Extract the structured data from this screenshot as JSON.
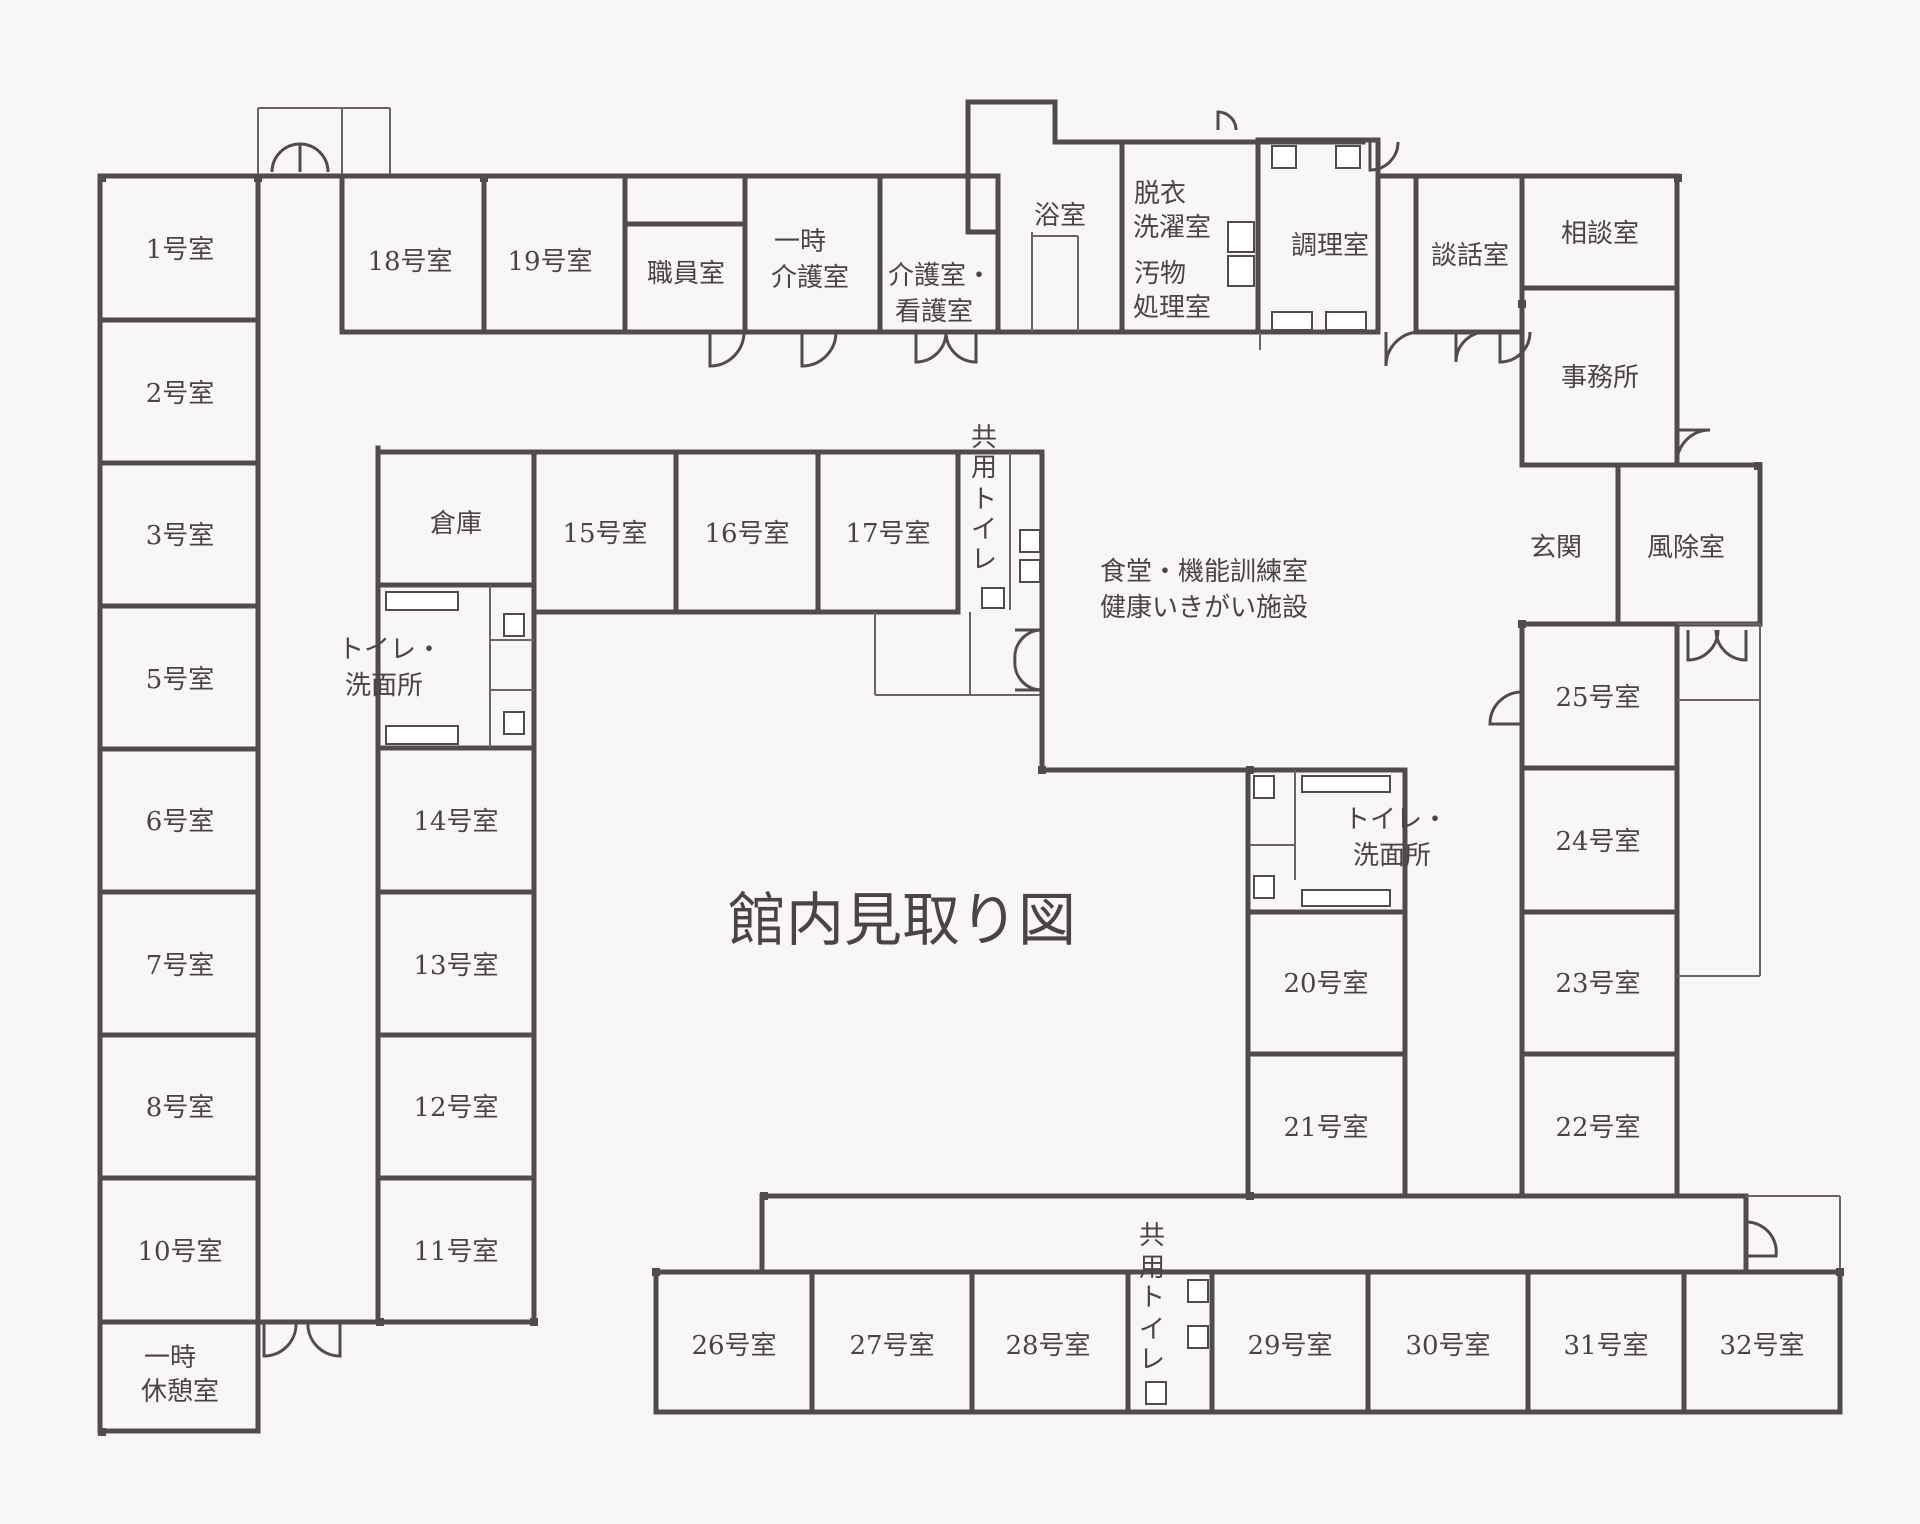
{
  "title": "館内見取り図",
  "colors": {
    "wall": "#514b4d",
    "text": "#4a4446",
    "background": "#f8f7f5"
  },
  "rooms": {
    "r1": "1号室",
    "r2": "2号室",
    "r3": "3号室",
    "r5": "5号室",
    "r6": "6号室",
    "r7": "7号室",
    "r8": "8号室",
    "r10": "10号室",
    "rest_1": "一時",
    "rest_2": "休憩室",
    "r18": "18号室",
    "r19": "19号室",
    "staff": "職員室",
    "tcare_1": "一時",
    "tcare_2": "介護室",
    "care_1": "介護室・",
    "care_2": "看護室",
    "bath": "浴室",
    "dress_1": "脱衣",
    "dress_2": "洗濯室",
    "waste_1": "汚物",
    "waste_2": "処理室",
    "kitchen": "調理室",
    "lounge": "談話室",
    "consult": "相談室",
    "office": "事務所",
    "entrance": "玄関",
    "windbreak": "風除室",
    "storage": "倉庫",
    "r15": "15号室",
    "r16": "16号室",
    "r17": "17号室",
    "toilet_v": [
      "共",
      "用",
      "ト",
      "イ",
      "レ"
    ],
    "dining_1": "食堂・機能訓練室",
    "dining_2": "健康いきがい施設",
    "wc1_1": "トイレ・",
    "wc1_2": "洗面所",
    "wc2_1": "トイレ・",
    "wc2_2": "洗面所",
    "r14": "14号室",
    "r13": "13号室",
    "r12": "12号室",
    "r11": "11号室",
    "r20": "20号室",
    "r21": "21号室",
    "r25": "25号室",
    "r24": "24号室",
    "r23": "23号室",
    "r22": "22号室",
    "r26": "26号室",
    "r27": "27号室",
    "r28": "28号室",
    "r29": "29号室",
    "r30": "30号室",
    "r31": "31号室",
    "r32": "32号室"
  }
}
